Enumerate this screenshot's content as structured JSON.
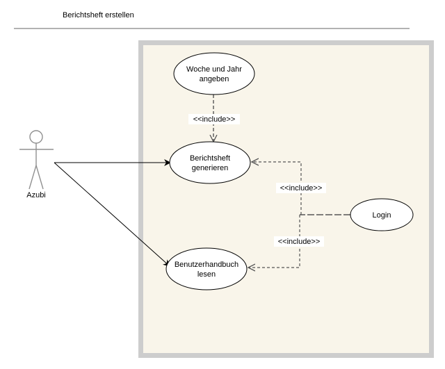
{
  "title": "Berichtsheft erstellen",
  "actor": {
    "label": "Azubi"
  },
  "use_cases": {
    "woche": [
      "Woche und Jahr",
      "angeben"
    ],
    "bericht": [
      "Berichtsheft",
      "generieren"
    ],
    "benutzer": [
      "Benutzerhandbuch",
      "lesen"
    ],
    "login": [
      "Login"
    ]
  },
  "relations": {
    "include_top": "<<include>>",
    "include_login_bericht": "<<include>>",
    "include_login_benutzer": "<<include>>"
  },
  "colors": {
    "system_fill": "#f9f5ea",
    "system_border": "#cdcdcd",
    "actor_stroke": "#909090",
    "line": "#000000",
    "dashed": "#555555",
    "separator": "#666666"
  }
}
